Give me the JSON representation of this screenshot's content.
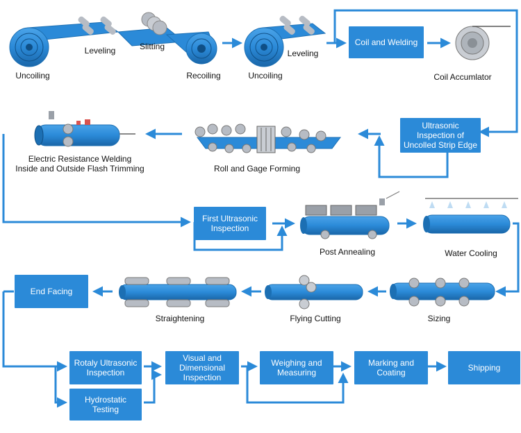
{
  "colors": {
    "accent": "#2b8ad8",
    "line": "#2b8ad8",
    "pipe": "#2b8ad8",
    "pipe_dark": "#1c6fb3",
    "roller": "#b7bcc4"
  },
  "steps": {
    "uncoiling_1": "Uncoiling",
    "leveling_1": "Leveling",
    "slitting": "Slitting",
    "recoiling": "Recoiling",
    "uncoiling_2": "Uncoiling",
    "leveling_2": "Leveling",
    "coil_welding": "Coil and Welding",
    "coil_accumulator": "Coil Accumlator",
    "ultrasonic_strip": "Ultrasonic Inspection of Uncolled Strip Edge",
    "roll_forming": "Roll and Gage Forming",
    "erw_line1": "Electric Resistance Welding",
    "erw_line2": "Inside and Outside Flash Trimming",
    "first_ultrasonic": "First Ultrasonic Inspection",
    "post_annealing": "Post Annealing",
    "water_cooling": "Water Cooling",
    "end_facing": "End Facing",
    "straightening": "Straightening",
    "flying_cutting": "Flying Cutting",
    "sizing": "Sizing",
    "rotary_ultrasonic": "Rotaly Ultrasonic Inspection",
    "hydrostatic": "Hydrostatic Testing",
    "visual_dimensional": "Visual and Dimensional Inspection",
    "weighing": "Weighing and Measuring",
    "marking": "Marking and Coating",
    "shipping": "Shipping"
  }
}
